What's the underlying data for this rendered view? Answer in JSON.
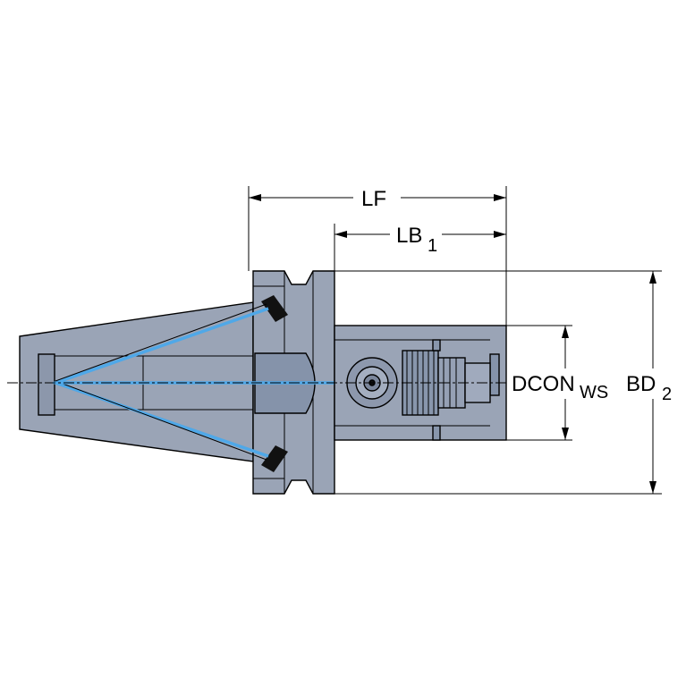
{
  "labels": {
    "lf": "LF",
    "lb_main": "LB",
    "lb_sub": "1",
    "dcon_main": "DCON",
    "dcon_sub": "WS",
    "bd_main": "BD",
    "bd_sub": "2"
  },
  "colors": {
    "body_fill": "#9aa4b6",
    "body_dark": "#7f8aa0",
    "coolant": "#4fa8e8",
    "line": "#000000",
    "background": "#ffffff"
  }
}
